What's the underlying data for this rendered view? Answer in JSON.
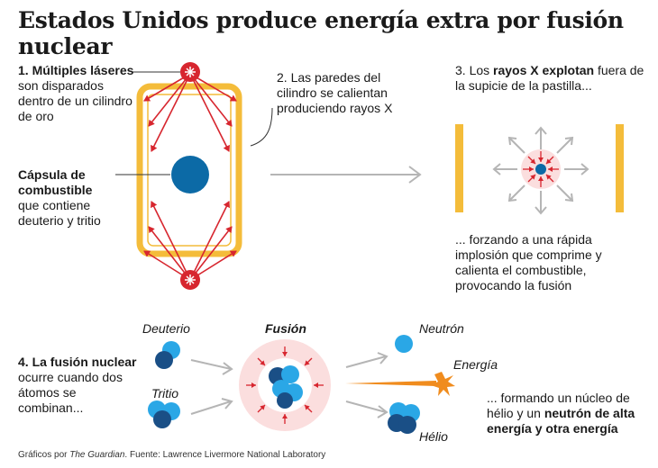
{
  "title": "Estados Unidos produce energía extra por fusión nuclear",
  "step1": {
    "bold": "1. Múltiples láseres",
    "rest": "son disparados dentro de un cilindro de oro"
  },
  "capsule": {
    "bold": "Cápsula de combustible",
    "rest": "que contiene deuterio y tritio"
  },
  "step2": {
    "text": "2. Las paredes del cilindro se calientan produciendo rayos X"
  },
  "step3": {
    "prefix": "3. Los ",
    "bold": "rayos X explotan",
    "rest": " fuera de la supicie de la pastilla..."
  },
  "step3b": {
    "text": "... forzando a una rápida implosión que comprime y calienta el combustible, provocando la fusión"
  },
  "step4": {
    "bold": "4. La fusión nuclear",
    "rest": "ocurre cuando dos átomos se combinan..."
  },
  "labels": {
    "deuterio": "Deuterio",
    "tritio": "Tritio",
    "fusion": "Fusión",
    "neutron": "Neutrón",
    "energia": "Energía",
    "helio": "Hélio"
  },
  "result": {
    "prefix": "... formando un núcleo de hélio y un ",
    "bold": "neutrón de alta energía y otra energía"
  },
  "footer": {
    "prefix": "Gráficos por ",
    "source_italic": "The Guardian",
    "suffix": ". Fuente: Lawrence Livermore National Laboratory"
  },
  "colors": {
    "laser": "#d7262f",
    "gold": "#f4bc3a",
    "fuel": "#0c6aa6",
    "light_blue": "#2aa7e6",
    "dark_blue": "#1a4f86",
    "pink": "#fbdede",
    "gray": "#b5b5b5"
  }
}
